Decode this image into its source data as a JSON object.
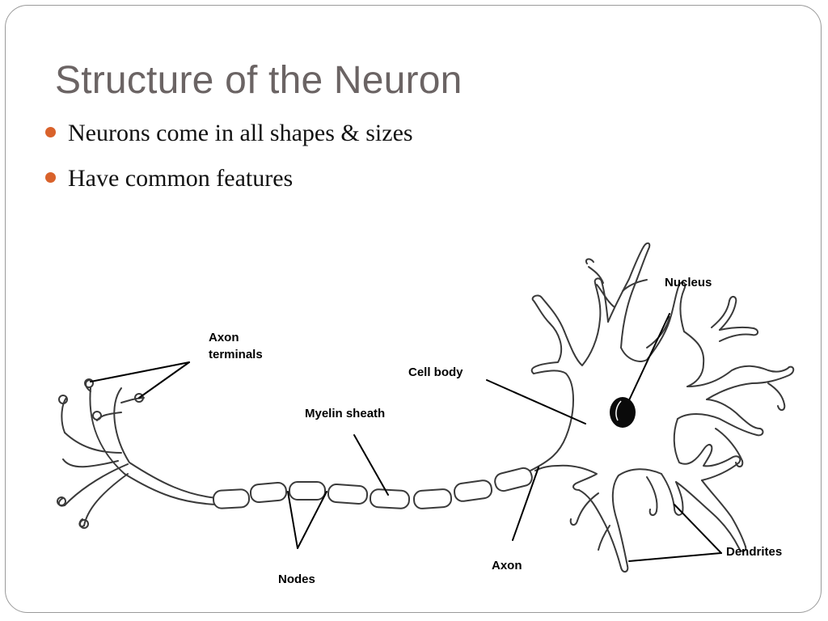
{
  "slide": {
    "title": "Structure of the Neuron",
    "bullets": [
      "Neurons come in all shapes & sizes",
      "Have common features"
    ],
    "bullet_color": "#d9622b"
  },
  "diagram": {
    "labels": {
      "axon_terminals_line1": "Axon",
      "axon_terminals_line2": "terminals",
      "cell_body": "Cell body",
      "myelin_sheath": "Myelin sheath",
      "nucleus": "Nucleus",
      "nodes": "Nodes",
      "axon": "Axon",
      "dendrites": "Dendrites"
    }
  }
}
